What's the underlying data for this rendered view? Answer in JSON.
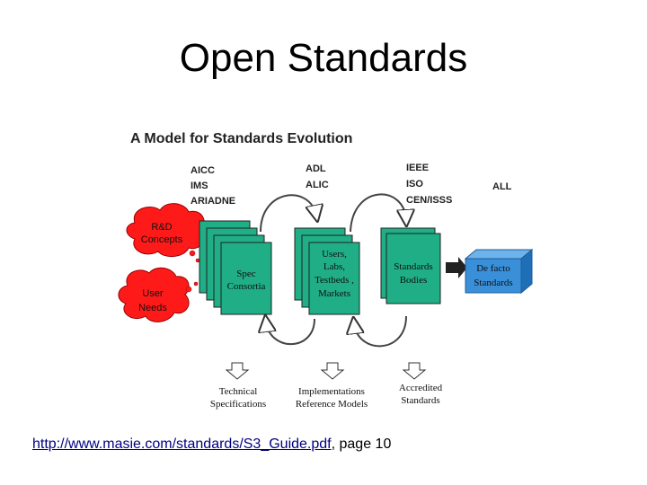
{
  "slide": {
    "title": "Open Standards"
  },
  "diagram": {
    "heading": "A Model for Standards Evolution",
    "column_labels": {
      "rd": [
        "AICC",
        "IMS",
        "ARIADNE"
      ],
      "adl": [
        "ADL",
        "ALIC"
      ],
      "standards": [
        "IEEE",
        "ISO",
        "CEN/ISSS"
      ],
      "all": "ALL"
    },
    "clouds": {
      "rd": [
        "R&D",
        "Concepts"
      ],
      "user": [
        "User",
        "Needs"
      ]
    },
    "stacks": {
      "spec": [
        "Spec",
        "Consortia"
      ],
      "users": [
        "Users,",
        "Labs,",
        "Testbeds ,",
        "Markets"
      ],
      "standards": [
        "Standards",
        "Bodies"
      ]
    },
    "defacto": [
      "De facto",
      "Standards"
    ],
    "outputs": {
      "technical": [
        "Technical",
        "Specifications"
      ],
      "implementations": [
        "Implementations",
        "Reference Models"
      ],
      "accredited": [
        "Accredited",
        "Standards"
      ]
    },
    "colors": {
      "cloud": "#ff1a1a",
      "stack": "#1fae85",
      "defacto": "#3a8fd9"
    }
  },
  "footer": {
    "link_text": "http://www.masie.com/standards/S3_Guide.pdf",
    "suffix": ", page 10"
  }
}
